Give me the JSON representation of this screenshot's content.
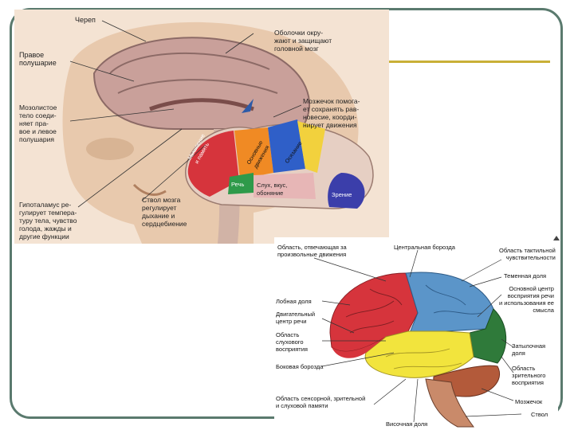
{
  "top_figure": {
    "labels": {
      "skull": "Череп",
      "meninges": "Оболочки окру-\nжают и защищают\nголовной мозг",
      "right_hemisphere": "Правое\nполушарие",
      "corpus_callosum": "Мозолистое\nтело соеди-\nняет пра-\nвое и левое\nполушария",
      "cerebellum": "Мозжечок помога-\nет сохранять рав-\nновесие, коорди-\nнирует движения",
      "hypothalamus": "Гипоталамус ре-\nгулирует темпера-\nтуру тела, чувство\nголода, жажды и\nдругие функции",
      "brainstem": "Ствол мозга\nрегулирует\nдыхание и\nсердцебиение",
      "region_thinking": "Мышление\nи память",
      "region_movement": "Основные\nдвижения",
      "region_sensation": "Осязание",
      "region_speech": "Речь",
      "region_hearing": "Слух, вкус,\nобоняние",
      "region_vision": "Зрение"
    }
  },
  "bottom_figure": {
    "labels": {
      "motor_area": "Область, отвечающая за\nпроизвольные движения",
      "central_sulcus": "Центральная борозда",
      "tactile_area": "Область тактильной\nчувствительности",
      "parietal_lobe": "Теменная доля",
      "speech_center": "Основной центр\nвосприятия речи\nи использования ее\nсмысла",
      "frontal_lobe": "Лобная доля",
      "motor_speech": "Двигательный\nцентр речи",
      "auditory_area": "Область\nслухового\nвосприятия",
      "lateral_sulcus": "Боковая борозда",
      "occipital_lobe": "Затылочная\nдоля",
      "visual_area": "Область\nзрительного\nвосприятия",
      "sensory_memory": "Область сенсорной, зрительной\nи слуховой памяти",
      "cerebellum": "Мозжечок",
      "brainstem": "Ствол",
      "temporal_lobe": "Височная доля"
    }
  },
  "colors": {
    "frame": "#5a7a6e",
    "accent_bar": "#c9b037",
    "frontal_red": "#d6343c",
    "parietal_blue": "#5b95c9",
    "temporal_yellow": "#f2e43d",
    "occipital_green": "#2f7a3a",
    "cerebellum_brown": "#b35a3a"
  }
}
